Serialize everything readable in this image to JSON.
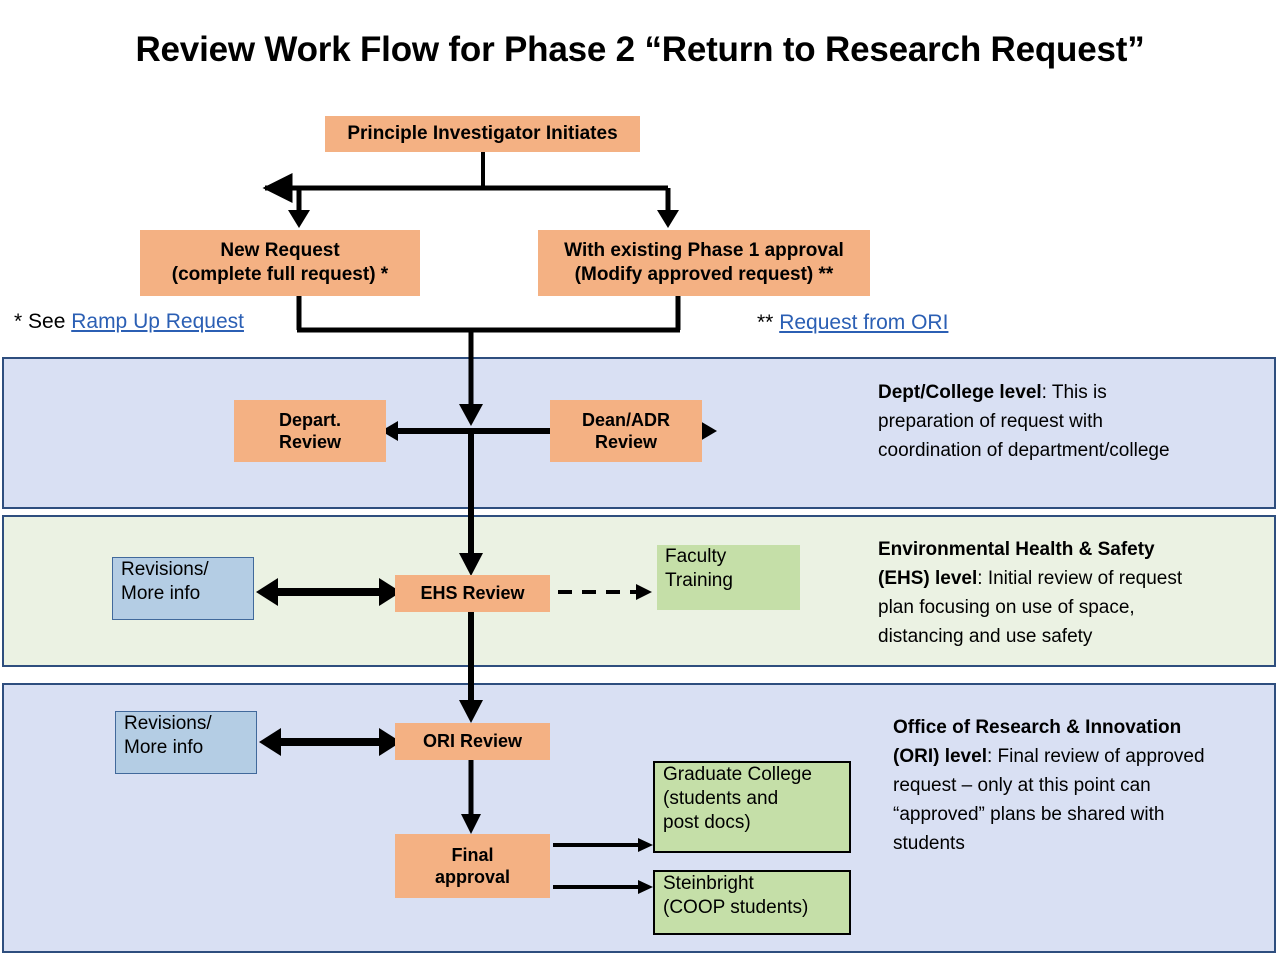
{
  "title": "Review Work Flow for Phase 2 “Return to Research Request”",
  "colors": {
    "orange_box": "#F4B183",
    "blue_box": "#B4CDE4",
    "green_box": "#C5DFA8",
    "band_blue": "#D9E0F3",
    "band_green": "#EBF2E3",
    "band_border": "#2E4E7E",
    "link": "#2B5FB4",
    "connector": "#000000"
  },
  "flow": {
    "start": "Principle Investigator Initiates",
    "branch_left": "New Request\n(complete full request) *",
    "branch_left_line1": "New Request",
    "branch_left_line2": "(complete full request) *",
    "branch_right_line1": "With existing Phase 1 approval",
    "branch_right_line2": "(Modify approved request) **"
  },
  "footnotes": {
    "left_prefix": "* See",
    "left_link": "Ramp Up Request",
    "right_prefix": "**",
    "right_link": "Request from ORI"
  },
  "bands": [
    {
      "id": "dept",
      "background": "#D9E0F3",
      "description_bold": "Dept/College level",
      "description_rest": ": This is preparation of request with coordination of department/college",
      "boxes": [
        {
          "name": "depart-review",
          "line1": "Depart.",
          "line2": "Review"
        },
        {
          "name": "dean-adr-review",
          "line1": "Dean/ADR",
          "line2": "Review"
        }
      ]
    },
    {
      "id": "ehs",
      "background": "#EBF2E3",
      "description_bold": "Environmental Health & Safety (EHS) level",
      "description_rest": ": Initial review of request plan focusing on use of space, distancing and use safety",
      "boxes": [
        {
          "name": "revisions-more-info",
          "line1": "Revisions/",
          "line2": "More info"
        },
        {
          "name": "ehs-review",
          "line1": "EHS Review",
          "line2": ""
        },
        {
          "name": "faculty-training",
          "line1": "Faculty",
          "line2": "Training"
        }
      ]
    },
    {
      "id": "ori",
      "background": "#D9E0F3",
      "description_bold": "Office of Research & Innovation (ORI) level",
      "description_rest": ": Final review of approved request – only at this point can “approved” plans be shared with students",
      "boxes": [
        {
          "name": "revisions-more-info",
          "line1": "Revisions/",
          "line2": "More info"
        },
        {
          "name": "ori-review",
          "line1": "ORI Review",
          "line2": ""
        },
        {
          "name": "final-approval",
          "line1": "Final",
          "line2": "approval"
        },
        {
          "name": "graduate-college",
          "line1": "Graduate College",
          "line2": "(students and",
          "line3": "post docs)"
        },
        {
          "name": "steinbright",
          "line1": "Steinbright",
          "line2": "(COOP students)"
        }
      ]
    }
  ],
  "labels": {
    "pi_initiates": "Principle Investigator Initiates",
    "new_request_l1": "New Request",
    "new_request_l2": "(complete full request) *",
    "existing_l1": "With existing Phase 1 approval",
    "existing_l2": "(Modify approved request) **",
    "depart_l1": "Depart.",
    "depart_l2": "Review",
    "dean_l1": "Dean/ADR",
    "dean_l2": "Review",
    "ehs_review": "EHS Review",
    "ori_review": "ORI Review",
    "final_l1": "Final",
    "final_l2": "approval",
    "revisions_l1": "Revisions/",
    "revisions_l2": "More info",
    "faculty_l1": "Faculty",
    "faculty_l2": "Training",
    "grad_l1": "Graduate College",
    "grad_l2": "(students and",
    "grad_l3": "post docs)",
    "stein_l1": "Steinbright",
    "stein_l2": "(COOP students)"
  },
  "descriptions": {
    "dept_bold": "Dept/College level",
    "dept_rest": ": This is preparation of request with coordination of department/college",
    "ehs_bold": "Environmental Health & Safety (EHS) level",
    "ehs_rest": ": Initial review of request plan focusing on use of space, distancing and use safety",
    "ori_bold": "Office of Research & Innovation (ORI) level",
    "ori_rest": ": Final review of approved request – only at this point can “approved” plans be shared with students"
  }
}
